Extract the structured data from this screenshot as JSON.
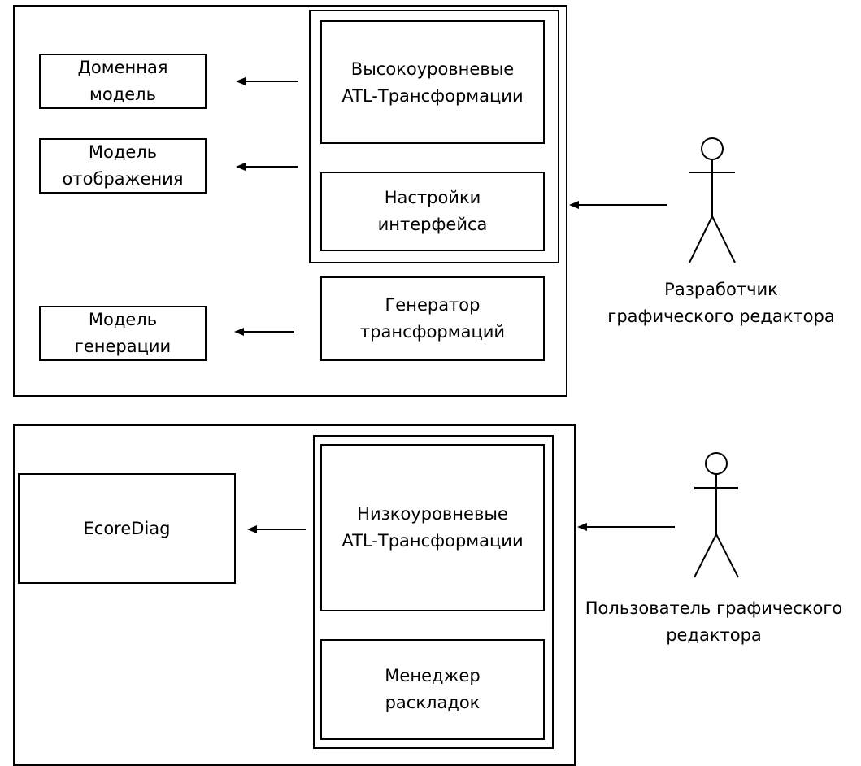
{
  "diagram": {
    "developer_section": {
      "domain_model": "Доменная\nмодель",
      "display_model": "Модель\nотображения",
      "generation_model": "Модель\nгенерации",
      "high_level_atl": "Высокоуровневые\nATL-Трансформации",
      "interface_settings": "Настройки\nинтерфейса",
      "transform_generator": "Генератор\nтрансформаций",
      "actor_label": "Разработчик\nграфического редактора"
    },
    "user_section": {
      "ecorediag": "EcoreDiag",
      "low_level_atl": "Низкоуровневые\nATL-Трансформации",
      "layout_manager": "Менеджер\nраскладок",
      "actor_label": "Пользователь графического\nредактора"
    }
  }
}
